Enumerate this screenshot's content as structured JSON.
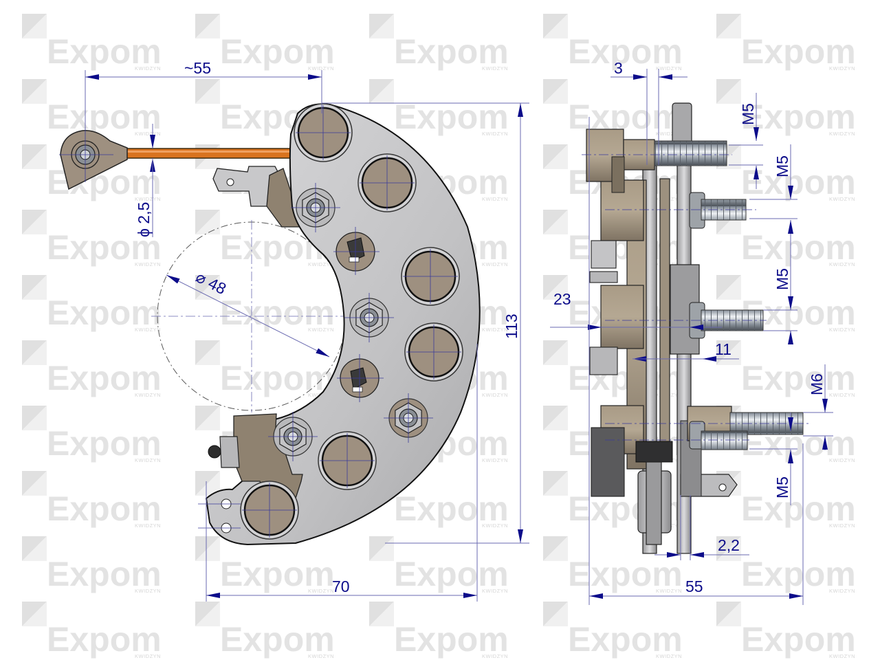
{
  "watermark": {
    "brand": "Expom",
    "subtitle": "KWIDZYN",
    "columns": [
      70,
      322,
      575,
      828,
      1080
    ],
    "rows": [
      20,
      115,
      210,
      305,
      400,
      495,
      590,
      685,
      780,
      875
    ],
    "color": "#e3e3e3"
  },
  "colors": {
    "dimension": "#0c0c8a",
    "dimension_line": "#6a6ab0",
    "plate": "#c7c7c9",
    "diode": "#9e9080",
    "bracket": "#8f8270",
    "wire": "#d9731f"
  },
  "front_view": {
    "dimensions": {
      "wire_length": "~55",
      "wire_diameter": "ϕ 2,5",
      "bore_diameter": "⌀ 48",
      "height": "113",
      "width": "70"
    }
  },
  "side_view": {
    "dimensions": {
      "plate_thickness": "3",
      "thread_1": "M5",
      "thread_2": "M5",
      "thread_3": "M5",
      "thread_4": "M6",
      "thread_5": "M5",
      "offset_left": "23",
      "offset_inner": "11",
      "terminal_thickness": "2,2",
      "total_depth": "55"
    }
  }
}
